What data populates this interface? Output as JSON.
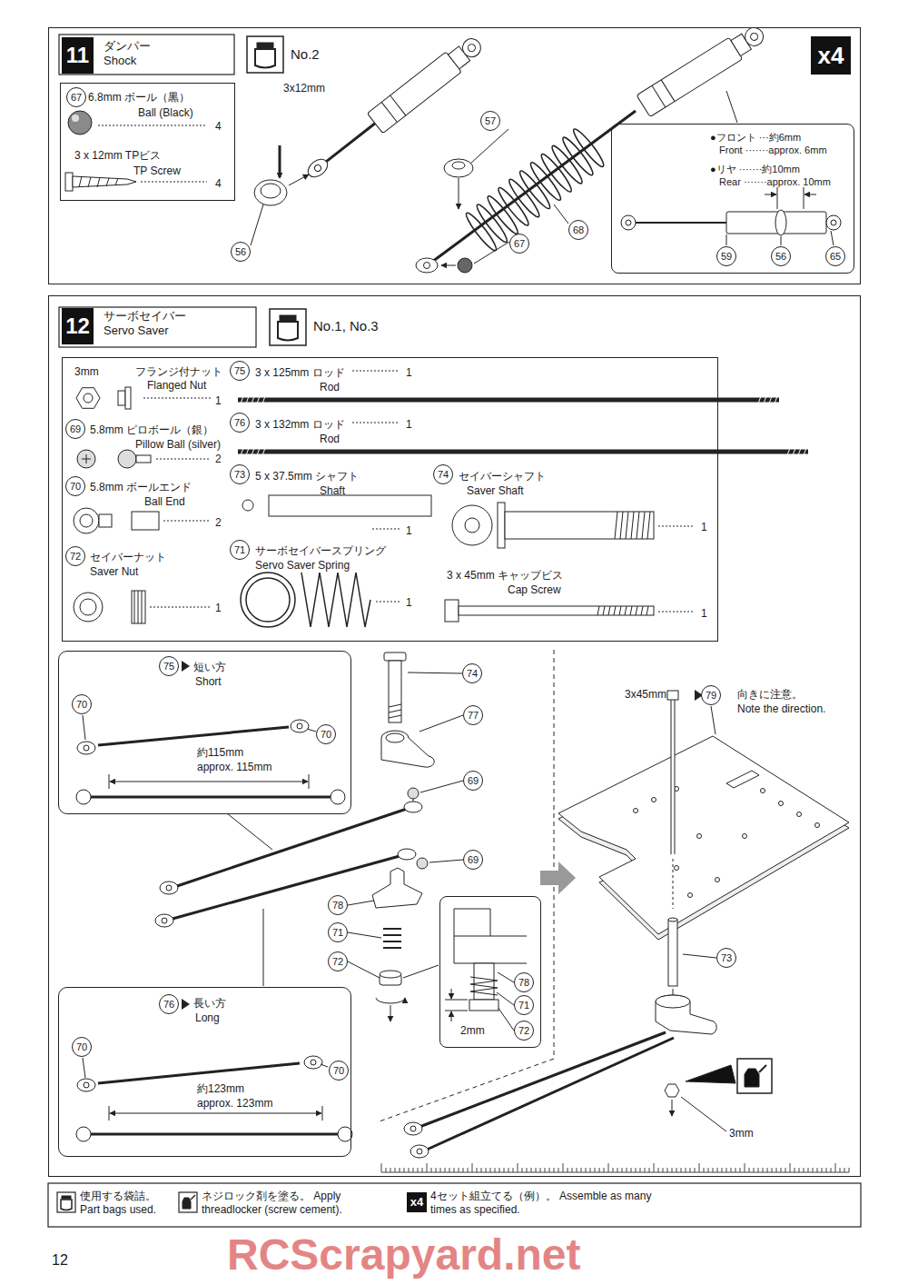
{
  "diagram": {
    "nodes": [
      {
        "text": [
          "11",
          "ダンパー Shock"
        ]
      },
      {
        "text": [
          "6.8mm ボール（黒）",
          "Ball (Black)",
          "4",
          "3 x 12mm TPビス",
          "TP Screw",
          "4"
        ],
        "in": 0
      },
      {
        "text": [
          "●フロント ···約6mm",
          "Front ·······approx. 6mm",
          "●リヤ ·······約10mm",
          "Rear ·······approx. 10mm"
        ],
        "in": 0
      },
      {
        "text": [
          "12",
          "サーボセイバー Servo Saver"
        ]
      },
      {
        "text": [
          "3mm",
          "フランジ付ナット",
          "Flanged Nut",
          "1",
          "5.8mm ピロボール（銀）",
          "Pillow Ball (silver)",
          "2",
          "5.8mm ボールエンド",
          "Ball End",
          "2",
          "セイバーナット",
          "Saver Nut",
          "1",
          "3 x 125mm ロッド",
          "Rod",
          "1",
          "3 x 132mm ロッド",
          "Rod",
          "1",
          "5 x 37.5mm シャフト",
          "Shaft",
          "1",
          "セイバーシャフト",
          "Saver Shaft",
          "1",
          "サーボセイバースプリング",
          "Servo Saver Spring",
          "1",
          "3 x 45mm キャップビス",
          "Cap Screw",
          "1"
        ],
        "in": 3
      },
      {
        "text": [
          "短い方",
          "Short",
          "約115mm",
          "approx. 115mm"
        ],
        "in": 3
      },
      {
        "text": [
          "長い方",
          "Long",
          "約123mm",
          "approx. 123mm"
        ],
        "in": 3
      },
      {
        "text": [
          "2mm"
        ],
        "in": 3
      }
    ],
    "labels": [
      "No.2",
      "x4",
      "3x12mm",
      "57",
      "56",
      "67",
      "68",
      "67",
      "59",
      "56",
      "65",
      "No.1, No.3",
      "69",
      "70",
      "72",
      "75",
      "76",
      "73",
      "71",
      "74",
      "75",
      "70",
      "70",
      "76",
      "70",
      "70",
      "74",
      "77",
      "69",
      "69",
      "78",
      "71",
      "72",
      "78",
      "71",
      "72",
      "3x45mm",
      "79",
      "向きに注意。",
      "Note the direction.",
      "73",
      "3mm",
      "x4",
      "12",
      "RCScrapyard.net"
    ],
    "legend": [
      {
        "text": "使用する袋詰。 Part bags used."
      },
      {
        "text": "ネジロック剤を塗る。 Apply threadlocker (screw cement)."
      },
      {
        "text": "4セット組立てる（例）。 Assemble as many times as specified."
      }
    ]
  }
}
